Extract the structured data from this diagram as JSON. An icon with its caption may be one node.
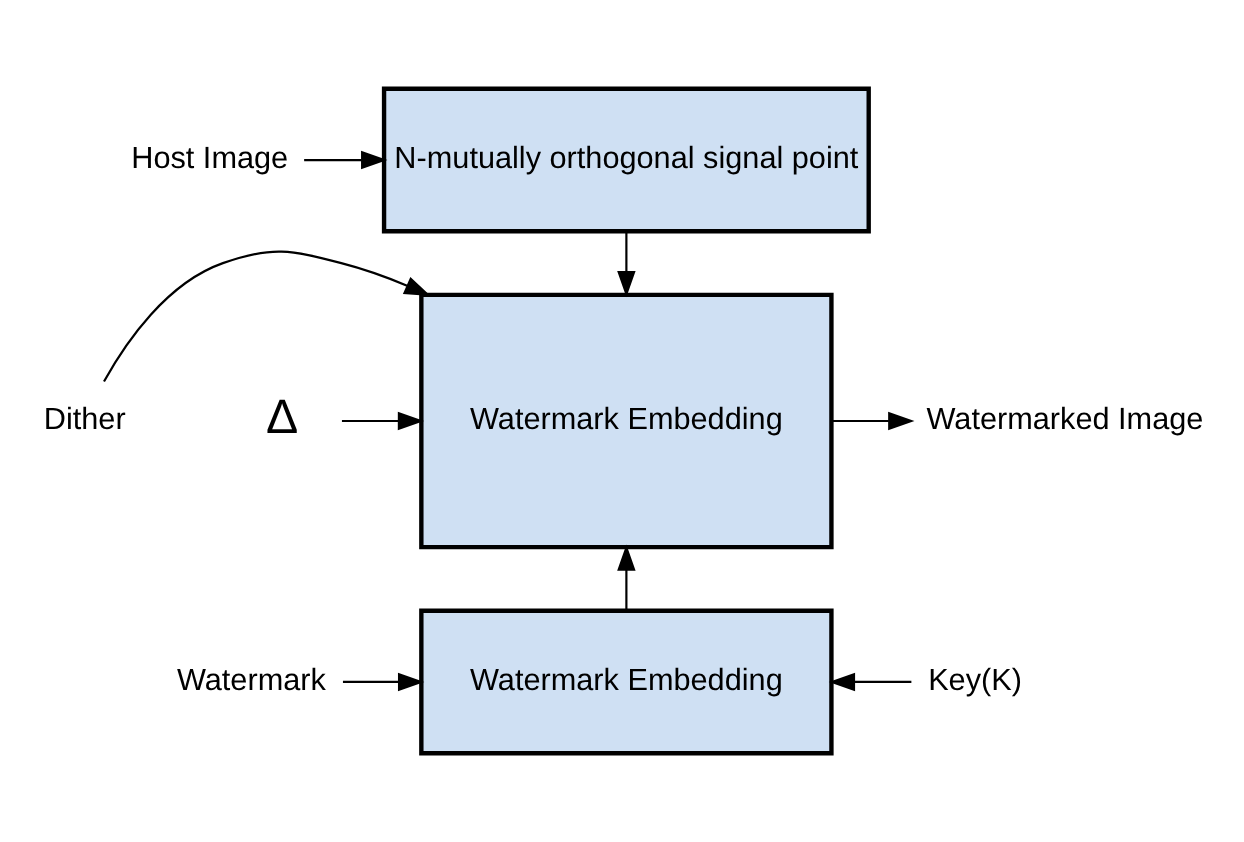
{
  "diagram": {
    "nodes": [
      {
        "text": [
          "Host Image"
        ]
      },
      {
        "text": [
          "N-mutually orthogonal signal point"
        ]
      },
      {
        "text": [
          "Dither"
        ]
      },
      {
        "text": [
          "Δ"
        ]
      },
      {
        "text": [
          "Watermark Embedding"
        ]
      },
      {
        "text": [
          "Watermarked Image"
        ]
      },
      {
        "text": [
          "Watermark"
        ]
      },
      {
        "text": [
          "Watermark Embedding"
        ]
      },
      {
        "text": [
          "Key(K)"
        ]
      }
    ],
    "edges": [
      {
        "from": 0,
        "to": 1,
        "arrow": "to"
      },
      {
        "from": 1,
        "to": 4,
        "arrow": "to"
      },
      {
        "from": 2,
        "to": 4,
        "arrow": "to"
      },
      {
        "from": 3,
        "to": 4,
        "arrow": "to"
      },
      {
        "from": 4,
        "to": 5,
        "arrow": "to"
      },
      {
        "from": 7,
        "to": 4,
        "arrow": "to"
      },
      {
        "from": 6,
        "to": 7,
        "arrow": "to"
      },
      {
        "from": 8,
        "to": 7,
        "arrow": "to"
      }
    ]
  }
}
